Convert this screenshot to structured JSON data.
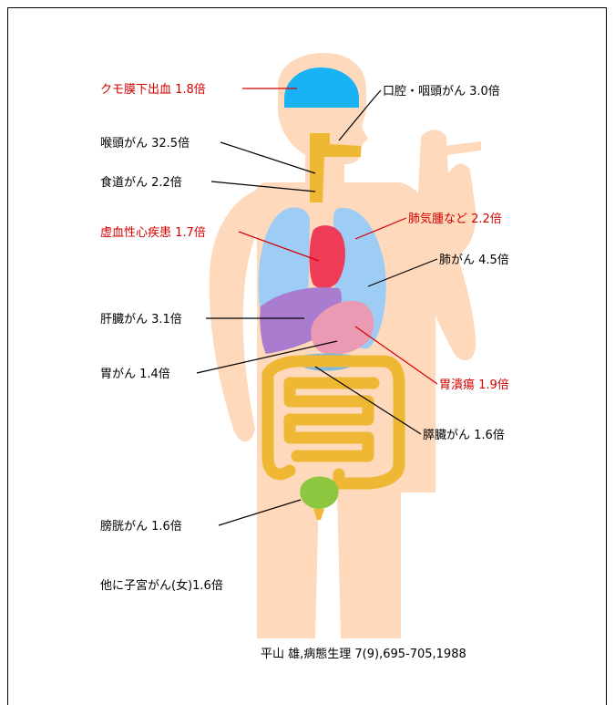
{
  "colors": {
    "skin": "#ffd9bb",
    "brain": "#19b2f5",
    "lungs": "#9dcdf5",
    "heart": "#ee3c58",
    "liver": "#a97ccf",
    "stomach": "#ea9ab3",
    "pancreas": "#7fb8dd",
    "intestine": "#eeb834",
    "bladder": "#8dc63f",
    "esophagus": "#eeb834",
    "highlight_text": "#d40000",
    "normal_text": "#000000"
  },
  "labels": {
    "subarachnoid": "クモ膜下出血 1.8倍",
    "oral": "口腔・咽頭がん 3.0倍",
    "larynx": "喉頭がん 32.5倍",
    "esophagus": "食道がん 2.2倍",
    "ischemic_heart": "虚血性心疾患 1.7倍",
    "emphysema": "肺気腫など 2.2倍",
    "lung_cancer": "肺がん 4.5倍",
    "liver_cancer": "肝臓がん 3.1倍",
    "stomach_cancer": "胃がん 1.4倍",
    "ulcer": "胃潰瘍 1.9倍",
    "pancreas_cancer": "膵臓がん 1.6倍",
    "bladder_cancer": "膀胱がん 1.6倍",
    "uterine_cancer": "他に子宮がん(女)1.6倍"
  },
  "citation": "平山 雄,病態生理 7(9),695-705,1988"
}
